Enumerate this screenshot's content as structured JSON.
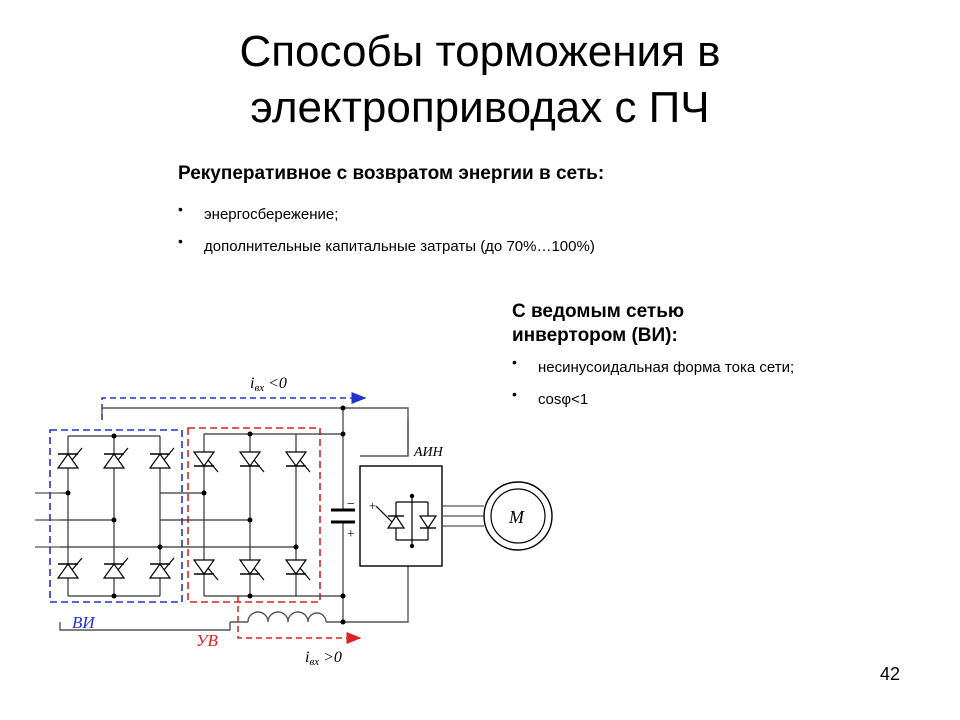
{
  "slide": {
    "title_line1": "Способы торможения в",
    "title_line2": "электроприводах с ПЧ",
    "page_number": "42"
  },
  "recuperative": {
    "heading": "Рекуперативное с возвратом энергии в сеть:",
    "bullets": [
      "энергосбережение;",
      "дополнительные капитальные затраты (до 70%…100%)"
    ]
  },
  "grid_inverter": {
    "heading_line1": "С ведомым сетью",
    "heading_line2": "инвертором (ВИ):",
    "bullets": [
      "несинусоидальная форма тока сети;",
      "cosφ<1"
    ]
  },
  "circuit": {
    "label_iin_neg": "i",
    "label_iin_neg_sub": "вх",
    "label_iin_neg_rel": " <0",
    "label_iin_pos": "i",
    "label_iin_pos_sub": "вх",
    "label_iin_pos_rel": " >0",
    "label_vi": "ВИ",
    "label_uv": "УВ",
    "label_ain": "АИН",
    "label_motor": "M",
    "label_minus": "−",
    "label_plus": "+",
    "label_plus_inv": "+",
    "colors": {
      "vi": "#2233cc",
      "uv": "#dd2222",
      "wire": "#000000",
      "wire_gray": "#555555"
    }
  }
}
